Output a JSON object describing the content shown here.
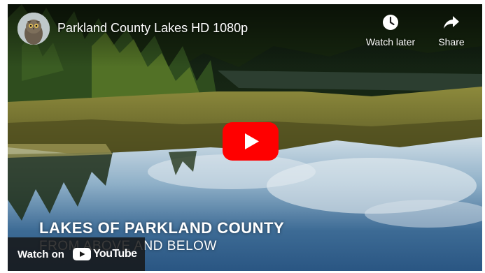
{
  "player": {
    "title": "Parkland County Lakes HD 1080p",
    "watch_later_label": "Watch later",
    "share_label": "Share",
    "watch_on_label": "Watch on",
    "youtube_label": "YouTube"
  },
  "video_overlay": {
    "line1": "LAKES OF PARKLAND COUNTY",
    "line2": "FROM ABOVE AND BELOW"
  },
  "icons": {
    "avatar": "owl-avatar-icon",
    "watch_later": "clock-icon",
    "share": "share-arrow-icon",
    "play": "play-icon",
    "youtube": "youtube-logo-icon"
  },
  "colors": {
    "youtube_red": "#ff0000",
    "overlay_text": "#ffffff"
  }
}
